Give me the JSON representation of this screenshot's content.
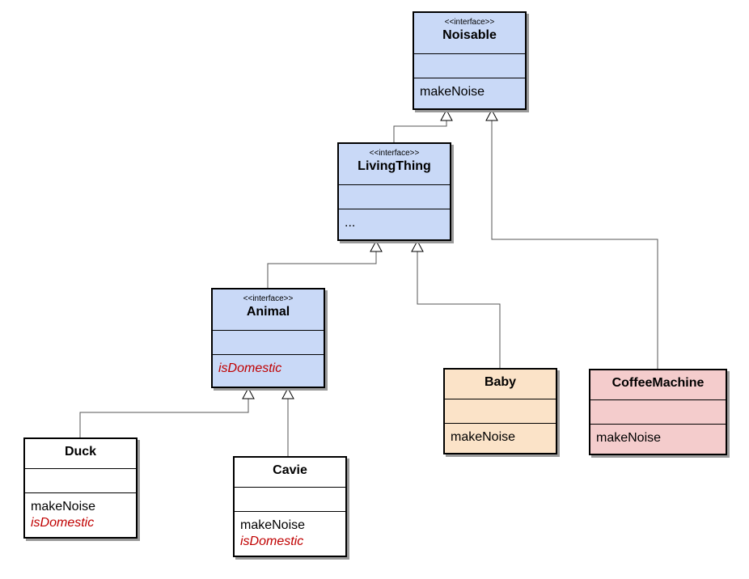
{
  "colors": {
    "interface": "#c9d9f7",
    "concrete": "#ffffff",
    "baby": "#fbe3c8",
    "coffee_machine": "#f4cccc",
    "abstract_method": "#c00000"
  },
  "classes": {
    "noisable": {
      "stereotype": "<<interface>>",
      "name": "Noisable",
      "operations": [
        "makeNoise"
      ]
    },
    "livingthing": {
      "stereotype": "<<interface>>",
      "name": "LivingThing",
      "operations": [
        "..."
      ]
    },
    "animal": {
      "stereotype": "<<interface>>",
      "name": "Animal",
      "operations": [
        "isDomestic"
      ]
    },
    "duck": {
      "name": "Duck",
      "operations": [
        "makeNoise",
        "isDomestic"
      ]
    },
    "cavie": {
      "name": "Cavie",
      "operations": [
        "makeNoise",
        "isDomestic"
      ]
    },
    "baby": {
      "name": "Baby",
      "operations": [
        "makeNoise"
      ]
    },
    "coffeemachine": {
      "name": "CoffeeMachine",
      "operations": [
        "makeNoise"
      ]
    }
  },
  "relations": [
    {
      "type": "realization",
      "from": "LivingThing",
      "to": "Noisable"
    },
    {
      "type": "realization",
      "from": "CoffeeMachine",
      "to": "Noisable"
    },
    {
      "type": "realization",
      "from": "Animal",
      "to": "LivingThing"
    },
    {
      "type": "realization",
      "from": "Baby",
      "to": "LivingThing"
    },
    {
      "type": "realization",
      "from": "Duck",
      "to": "Animal"
    },
    {
      "type": "realization",
      "from": "Cavie",
      "to": "Animal"
    }
  ]
}
